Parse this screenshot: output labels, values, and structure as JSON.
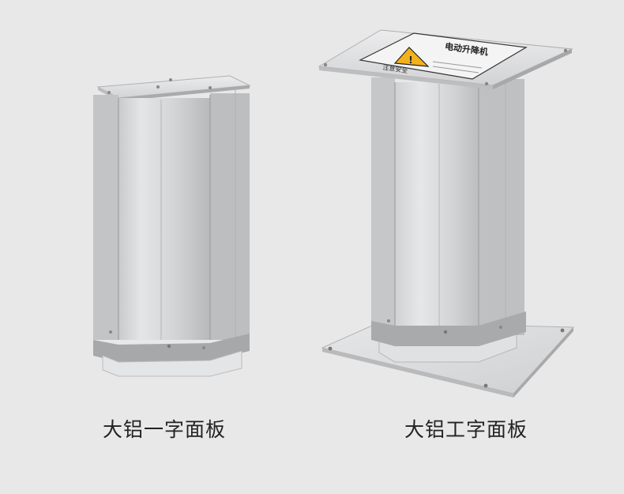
{
  "captions": {
    "left": "大铝一字面板",
    "right": "大铝工字面板"
  },
  "warning_label": {
    "title": "电动升降机",
    "footer": "注意安全"
  },
  "colors": {
    "background": "#e8e8e8",
    "aluminum": "#d8d9db",
    "warning_yellow": "#f2b21c"
  }
}
